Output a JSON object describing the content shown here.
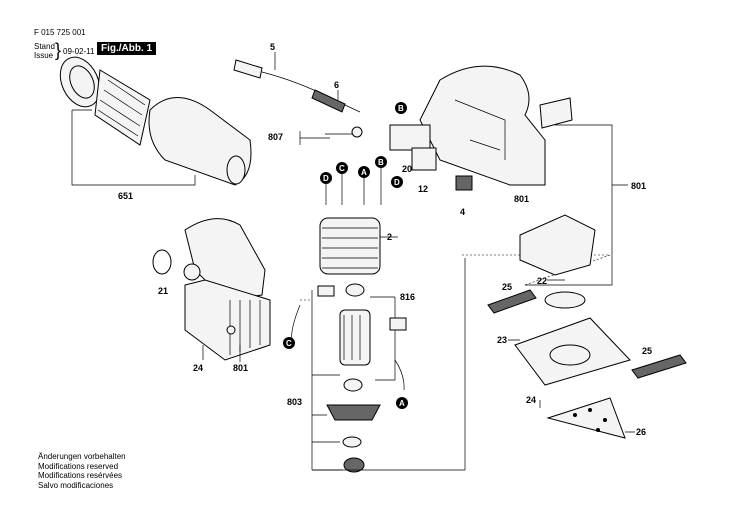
{
  "header": {
    "part_number": "F 015 725 001",
    "stand_label": "Stand",
    "issue_label": "Issue",
    "date": "09-02-11",
    "figure_label": "Fig./Abb. 1"
  },
  "notes": [
    "Änderungen vorbehalten",
    "Modifications reserved",
    "Modifications resérvées",
    "Salvo modificaciones"
  ],
  "callouts": {
    "p5": "5",
    "p6": "6",
    "p807": "807",
    "p20": "20",
    "p12": "12",
    "p4": "4",
    "p801a": "801",
    "p801b": "801",
    "p801c": "801",
    "p651": "651",
    "p2": "2",
    "p816": "816",
    "p21": "21",
    "p24a": "24",
    "p803": "803",
    "p22": "22",
    "p25a": "25",
    "p25b": "25",
    "p23": "23",
    "p24b": "24",
    "p26": "26"
  },
  "markers": {
    "b1": "B",
    "b2": "B",
    "c1": "C",
    "c2": "C",
    "d1": "D",
    "d2": "D",
    "a1": "A",
    "a2": "A"
  }
}
